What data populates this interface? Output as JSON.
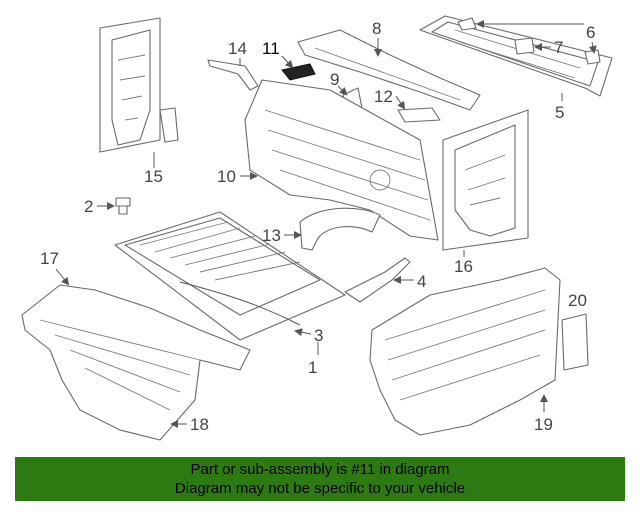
{
  "diagram": {
    "callouts": {
      "c1": "1",
      "c2": "2",
      "c3": "3",
      "c4": "4",
      "c5": "5",
      "c6": "6",
      "c7": "7",
      "c8": "8",
      "c9": "9",
      "c10": "10",
      "c11": "11",
      "c12": "12",
      "c13": "13",
      "c14": "14",
      "c15": "15",
      "c16": "16",
      "c17": "17",
      "c18": "18",
      "c19": "19",
      "c20": "20"
    },
    "highlighted_part": "11",
    "colors": {
      "highlight_box": "#e8e8e8",
      "footer_bg": "#2e7a12"
    }
  },
  "footer": {
    "line1": "Part or sub-assembly is #11 in diagram",
    "line2": "Diagram may not be specific to your vehicle"
  }
}
